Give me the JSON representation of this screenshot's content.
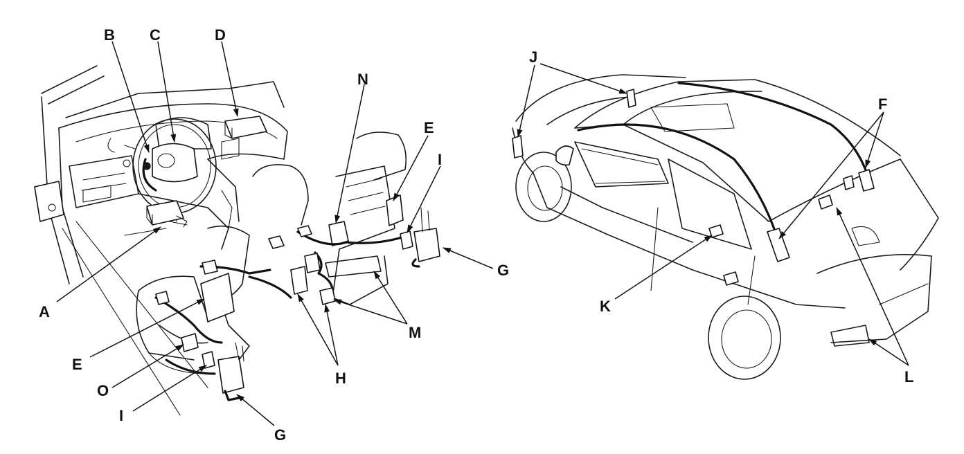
{
  "callouts": {
    "a": "A",
    "b": "B",
    "c": "C",
    "d": "D",
    "e_rear": "E",
    "e_front": "E",
    "f": "F",
    "g_right": "G",
    "g_bottom": "G",
    "h": "H",
    "i_top": "I",
    "i_bottom": "I",
    "j": "J",
    "k": "K",
    "l": "L",
    "m": "M",
    "n": "N",
    "o": "O"
  },
  "colors": {
    "line": "#1a1a1a",
    "background": "#ffffff"
  }
}
